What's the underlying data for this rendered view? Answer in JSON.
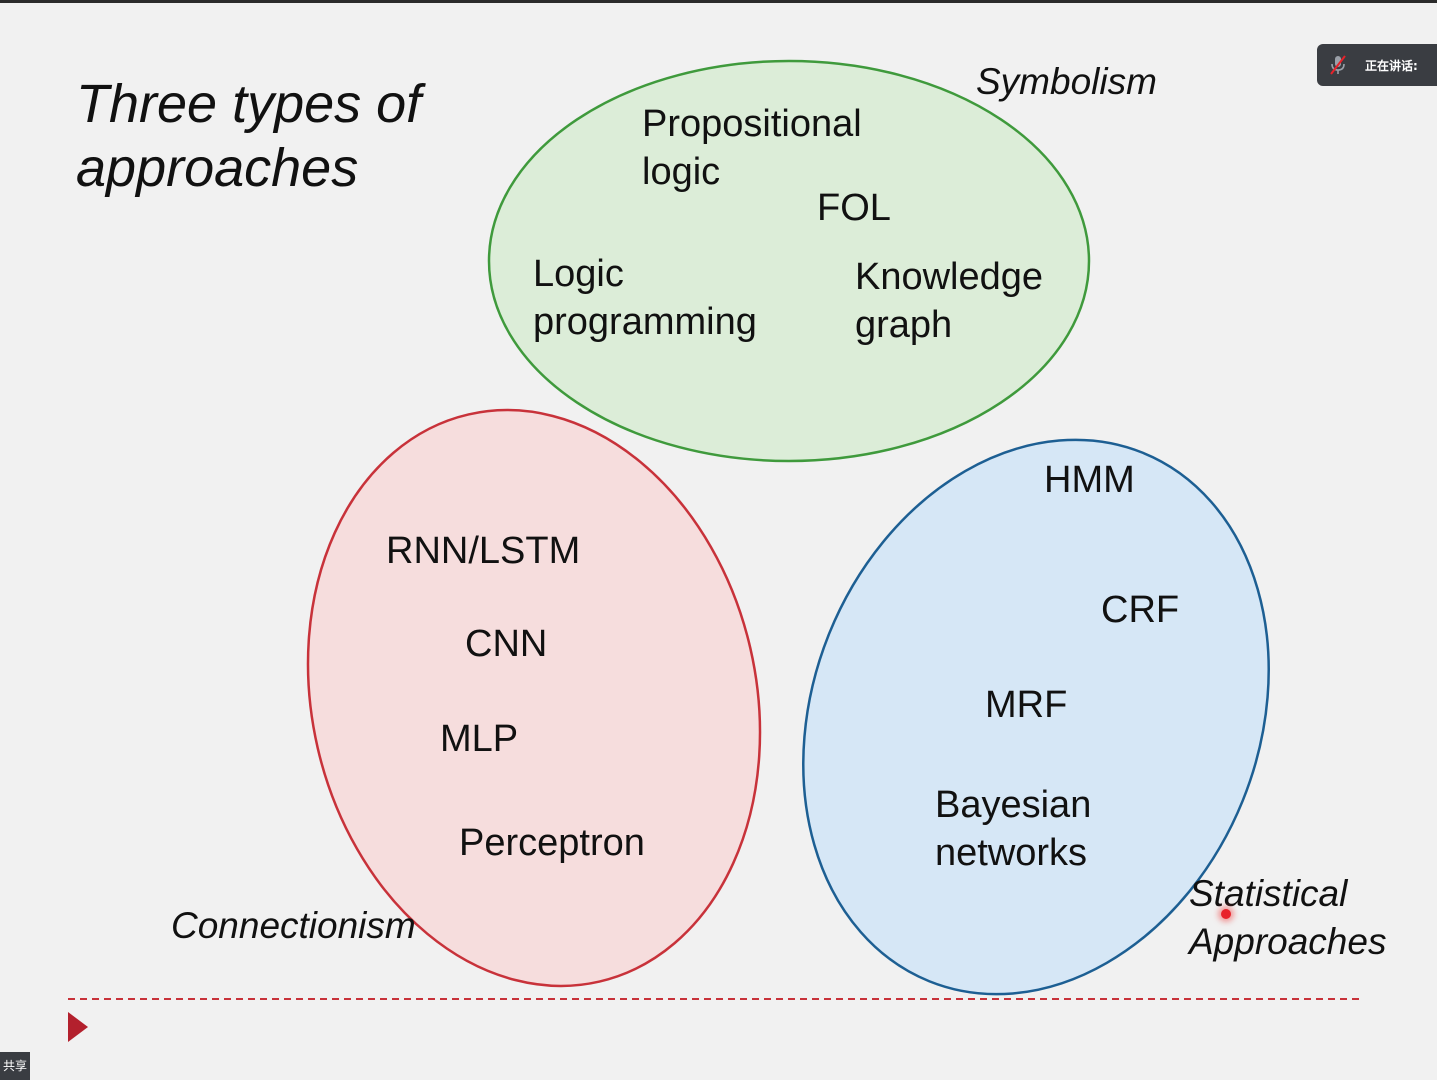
{
  "slide": {
    "title_lines": [
      "Three types of",
      "approaches"
    ]
  },
  "groups": {
    "symbolism": {
      "label_lines": [
        "Symbolism"
      ],
      "items": [
        {
          "lines": [
            "Propositional",
            "logic"
          ]
        },
        {
          "lines": [
            "FOL"
          ]
        },
        {
          "lines": [
            "Logic",
            "programming"
          ]
        },
        {
          "lines": [
            "Knowledge",
            "graph"
          ]
        }
      ],
      "fill": "#dcedd8",
      "stroke": "#3f9a3c"
    },
    "connectionism": {
      "label_lines": [
        "Connectionism"
      ],
      "items": [
        {
          "lines": [
            "RNN/LSTM"
          ]
        },
        {
          "lines": [
            "CNN"
          ]
        },
        {
          "lines": [
            "MLP"
          ]
        },
        {
          "lines": [
            "Perceptron"
          ]
        }
      ],
      "fill": "#f6dddd",
      "stroke": "#c8323a"
    },
    "statistical": {
      "label_lines": [
        "Statistical",
        "Approaches"
      ],
      "items": [
        {
          "lines": [
            "HMM"
          ]
        },
        {
          "lines": [
            "CRF"
          ]
        },
        {
          "lines": [
            "MRF"
          ]
        },
        {
          "lines": [
            "Bayesian",
            "networks"
          ]
        }
      ],
      "fill": "#d6e7f6",
      "stroke": "#1d5f93"
    }
  },
  "overlay": {
    "speaking_text": "正在讲话:",
    "share_text": "共享",
    "mic_icon": "mic-muted-icon",
    "nav_icon": "play-arrow-icon"
  },
  "colors": {
    "divider": "#c8323a",
    "nav_arrow": "#b3202d"
  }
}
